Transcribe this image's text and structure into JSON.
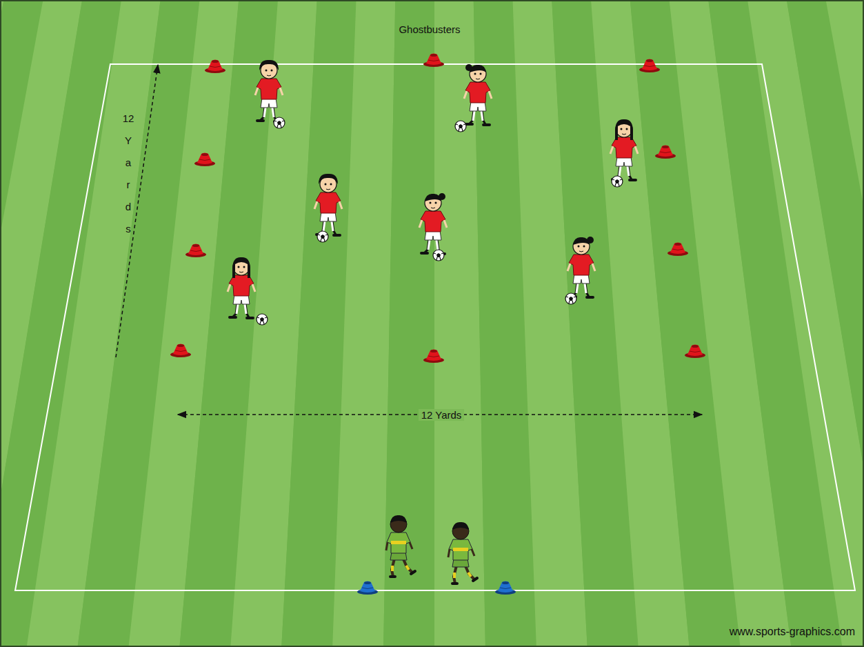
{
  "diagram": {
    "title": "Ghostbusters",
    "labels": [
      "12 Yards",
      "12 Yards",
      "www.sports-graphics.com"
    ]
  }
}
